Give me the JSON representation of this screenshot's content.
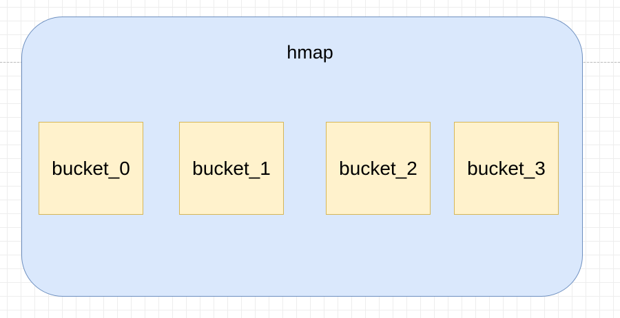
{
  "diagram": {
    "container": {
      "label": "hmap",
      "fill": "#dae8fc",
      "stroke": "#6c8ebf"
    },
    "buckets": [
      {
        "label": "bucket_0"
      },
      {
        "label": "bucket_1"
      },
      {
        "label": "bucket_2"
      },
      {
        "label": "bucket_3"
      }
    ],
    "bucket_style": {
      "fill": "#fff2cc",
      "stroke": "#d6b656"
    }
  }
}
